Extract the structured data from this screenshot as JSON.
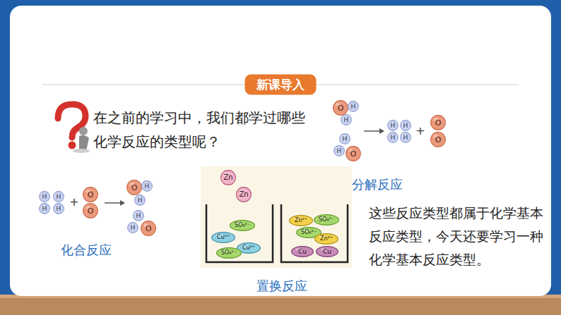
{
  "diagram": {
    "nodes": [
      {
        "text": [
          "新课导入"
        ]
      },
      {
        "text": [
          "O"
        ]
      },
      {
        "text": [
          "H"
        ]
      },
      {
        "text": [
          "H"
        ]
      },
      {
        "text": [
          "H"
        ]
      },
      {
        "text": [
          "H"
        ]
      },
      {
        "text": [
          "O"
        ]
      },
      {
        "text": [
          "H"
        ]
      },
      {
        "text": [
          "H"
        ]
      },
      {
        "text": [
          "H"
        ]
      },
      {
        "text": [
          "H"
        ]
      },
      {
        "text": [
          "O"
        ]
      },
      {
        "text": [
          "O"
        ]
      },
      {
        "text": [
          "H"
        ]
      },
      {
        "text": [
          "H"
        ]
      },
      {
        "text": [
          "H"
        ]
      },
      {
        "text": [
          "H"
        ]
      },
      {
        "text": [
          "O"
        ]
      },
      {
        "text": [
          "O"
        ]
      },
      {
        "text": [
          "O"
        ]
      },
      {
        "text": [
          "H"
        ]
      },
      {
        "text": [
          "H"
        ]
      },
      {
        "text": [
          "H"
        ]
      },
      {
        "text": [
          "H"
        ]
      },
      {
        "text": [
          "O"
        ]
      },
      {
        "text": [
          "Zn"
        ]
      },
      {
        "text": [
          "Zn"
        ]
      },
      {
        "text": [
          "SO₄²⁻"
        ]
      },
      {
        "text": [
          "Cu²⁺"
        ]
      },
      {
        "text": [
          "Cu²⁺"
        ]
      },
      {
        "text": [
          "SO₄²⁻"
        ]
      },
      {
        "text": [
          "Zn²⁺"
        ]
      },
      {
        "text": [
          "SO₄²⁻"
        ]
      },
      {
        "text": [
          "SO₄²⁻"
        ]
      },
      {
        "text": [
          "Zn²⁺"
        ]
      },
      {
        "text": [
          "Cu"
        ]
      },
      {
        "text": [
          "Cu"
        ]
      }
    ],
    "labels": [
      "在之前的学习中，我们都学过哪些化学反应的类型呢？",
      "+",
      "分解反应",
      "这些反应类型都属于化学基本反应类型，今天还要学习一种化学基本反应类型。",
      "+",
      "化合反应",
      "置换反应"
    ]
  }
}
